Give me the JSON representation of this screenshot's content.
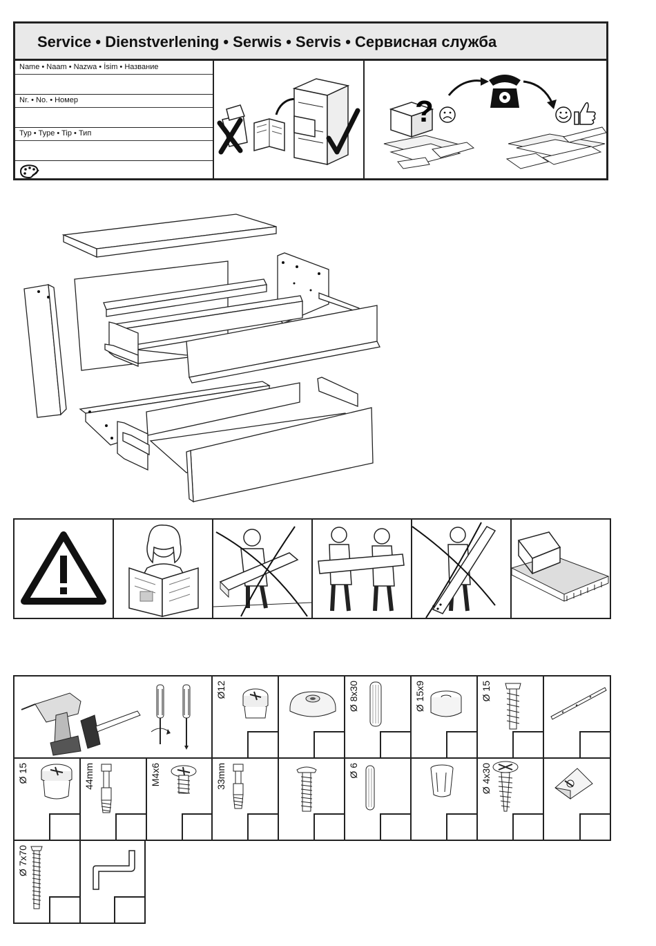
{
  "service": {
    "title": "Service • Dienstverlening • Serwis • Servis • Сервисная служба",
    "fields": [
      {
        "label": "Name • Naam • Nazwa • İsim • Название"
      },
      {
        "label": "Nr. • No. • Номер"
      },
      {
        "label": "Typ • Type • Tip • Тип"
      }
    ]
  },
  "icons": {
    "palette": "palette-icon",
    "cross": "cross-icon",
    "check": "checkmark-icon",
    "question": "?",
    "phone": "telephone-icon",
    "sad": "sad-face-icon",
    "happy": "happy-face-icon",
    "thumb": "thumbs-up-icon",
    "warning": "warning-triangle-icon"
  },
  "hardware": [
    {
      "label": "Ø12"
    },
    {
      "label": ""
    },
    {
      "label": "Ø 8x30"
    },
    {
      "label": "Ø 15x9"
    },
    {
      "label": "Ø 15"
    },
    {
      "label": ""
    },
    {
      "label": "Ø 15"
    },
    {
      "label": "44mm"
    },
    {
      "label": "M4x6"
    },
    {
      "label": "33mm"
    },
    {
      "label": ""
    },
    {
      "label": "Ø 6"
    },
    {
      "label": ""
    },
    {
      "label": "Ø 4x30"
    },
    {
      "label": ""
    },
    {
      "label": "Ø 7x70"
    },
    {
      "label": ""
    }
  ]
}
